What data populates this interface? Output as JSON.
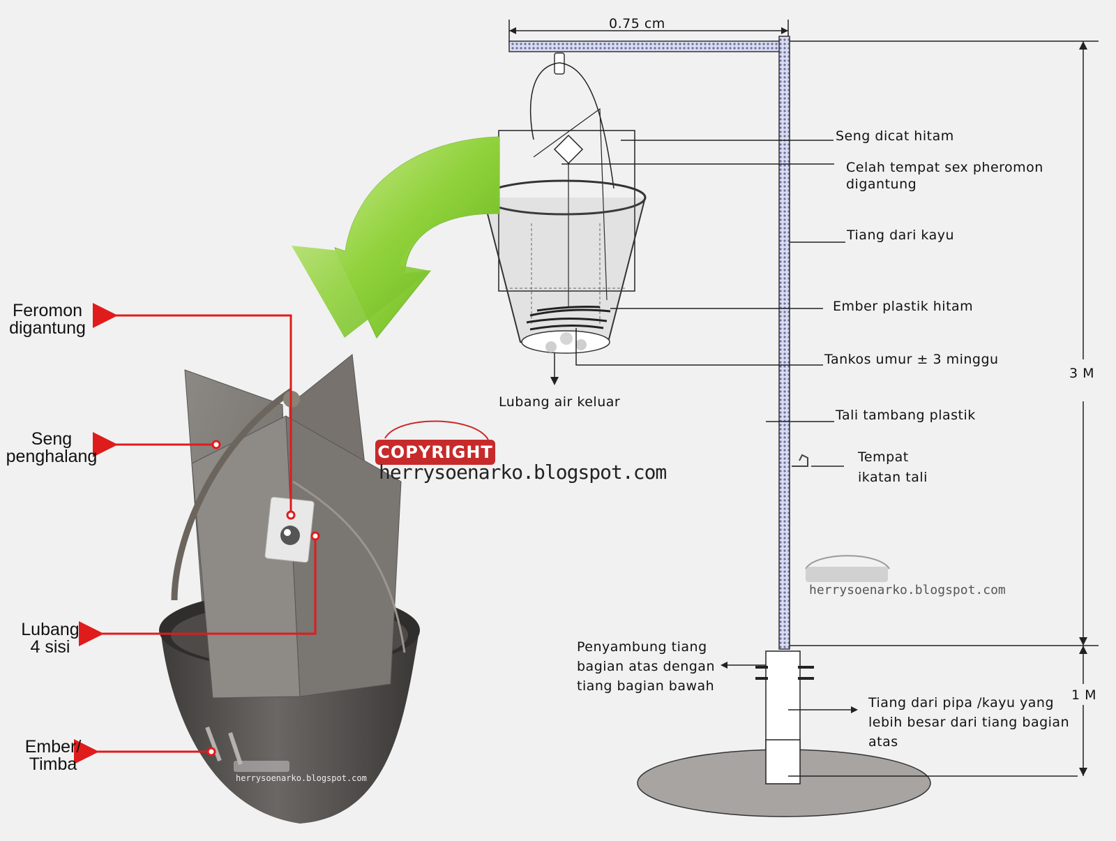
{
  "diagram": {
    "dimension_top": "0.75 cm",
    "dimension_right_upper": "3 M",
    "dimension_right_lower": "1 M",
    "right_labels": {
      "seng": "Seng dicat hitam",
      "celah_line1": "Celah tempat sex pheromon",
      "celah_line2": "digantung",
      "tiang_kayu": "Tiang dari kayu",
      "ember_plastik": "Ember plastik hitam",
      "tankos": "Tankos umur ± 3 minggu",
      "lubang_air": "Lubang air keluar",
      "tali": "Tali tambang plastik",
      "tempat_line1": "Tempat",
      "tempat_line2": "ikatan tali",
      "penyambung_line1": "Penyambung tiang",
      "penyambung_line2": "bagian atas dengan",
      "penyambung_line3": "tiang bagian bawah",
      "pipa_line1": "Tiang dari pipa /kayu yang",
      "pipa_line2": "lebih besar dari tiang bagian",
      "pipa_line3": "atas"
    },
    "left_labels": {
      "feromon_line1": "Feromon",
      "feromon_line2": "digantung",
      "seng_line1": "Seng",
      "seng_line2": "penghalang",
      "lubang_line1": "Lubang",
      "lubang_line2": "4 sisi",
      "ember_line1": "Ember/",
      "ember_line2": "Timba"
    },
    "watermark": {
      "badge": "COPYRIGHT",
      "url": "herrysoenarko.blogspot.com"
    },
    "colors": {
      "arrow_red": "#e01b1b",
      "arrow_green": "#7cc728",
      "pole_fill": "#c9cbe8",
      "badge_red": "#c72a2a",
      "bucket_grey": "#5c5a58",
      "sheet_grey": "#8a8682"
    }
  }
}
